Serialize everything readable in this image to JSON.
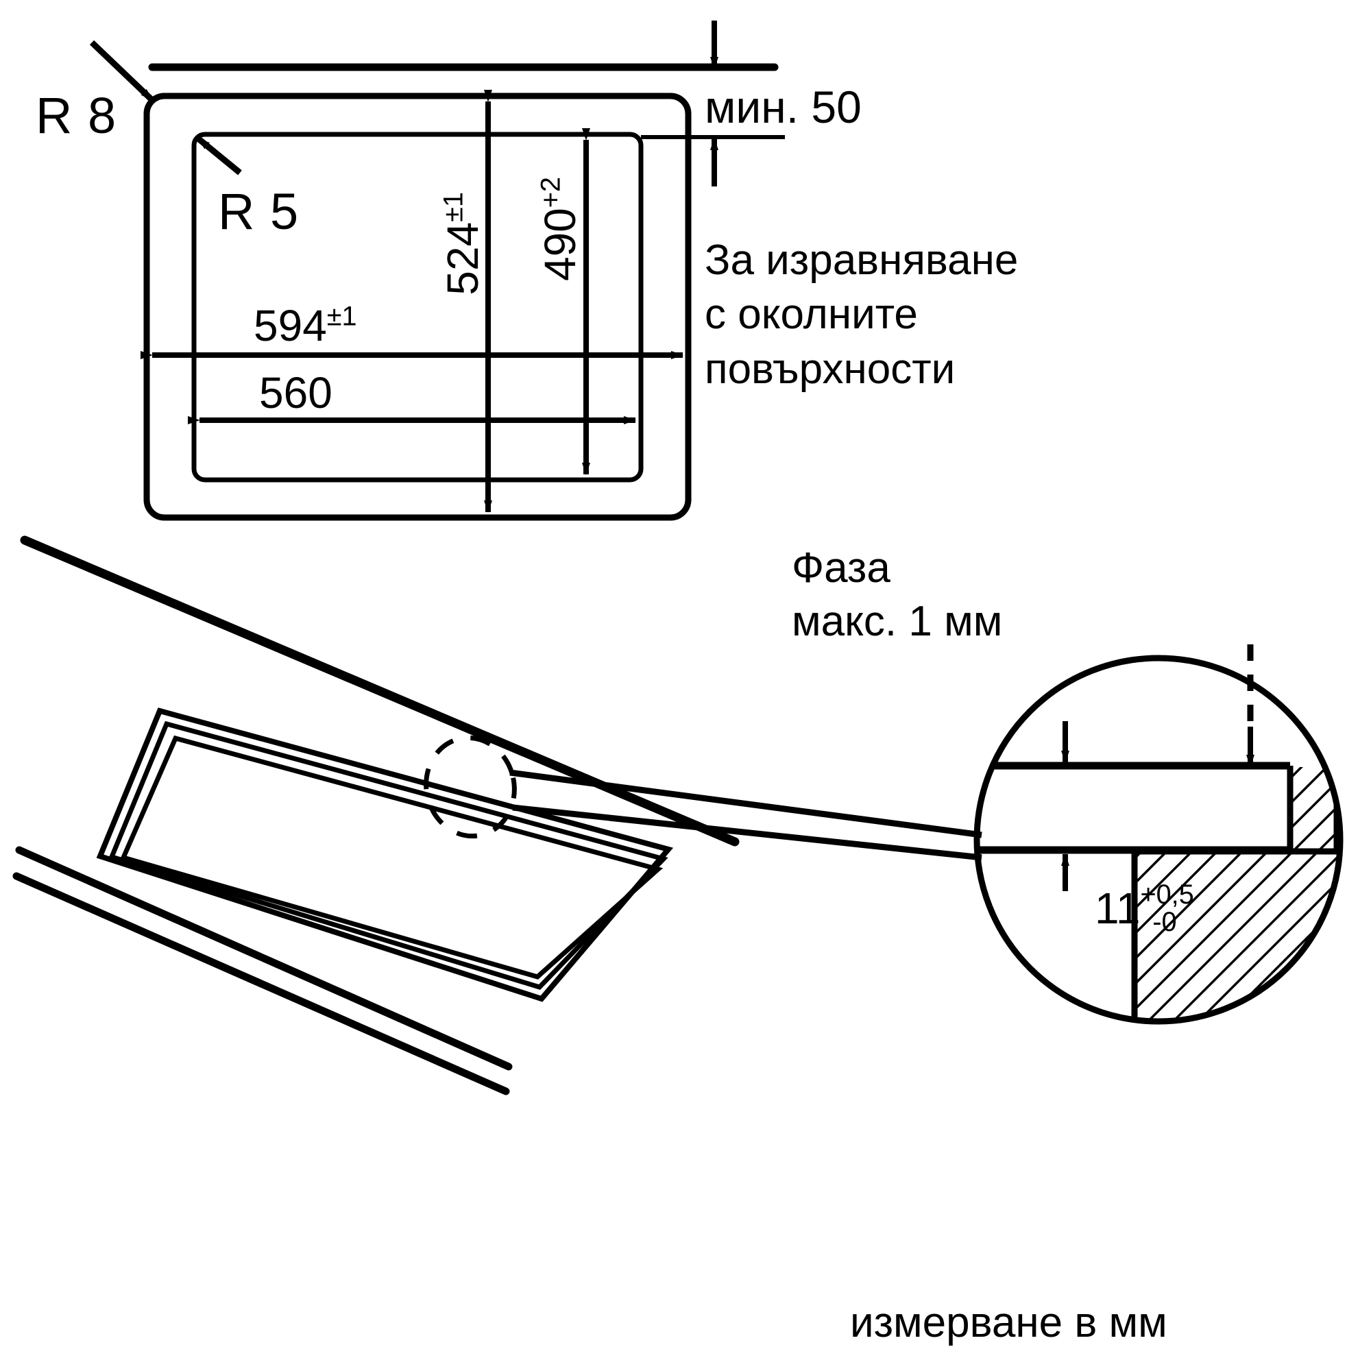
{
  "document": {
    "type": "installation-dimension-drawing",
    "language": "bg",
    "units_note": "измерване в мм"
  },
  "colors": {
    "ink": "#000000",
    "paper": "#ffffff"
  },
  "top_view": {
    "radius_outer_label": "R 8",
    "radius_inner_label": "R 5",
    "min_clearance_label": "мин. 50",
    "width_outer": "594",
    "width_outer_tolerance": "±1",
    "width_inner": "560",
    "height_outer": "524",
    "height_outer_tolerance": "±1",
    "height_inner": "490",
    "height_inner_tolerance": "+2",
    "alignment_note_line1": "За изравняване",
    "alignment_note_line2": "с околните",
    "alignment_note_line3": "повърхности"
  },
  "detail": {
    "title_line1": "Фаза",
    "title_line2": "макс. 1 мм",
    "thickness_value": "11",
    "thickness_tol_upper": "+0,5",
    "thickness_tol_lower": "-0"
  },
  "footer": {
    "units": "измерване в мм"
  },
  "icons": {
    "arrow": "dimension-arrow",
    "leader": "leader-line",
    "hatch": "section-hatching",
    "detail_circle": "detail-circle"
  }
}
